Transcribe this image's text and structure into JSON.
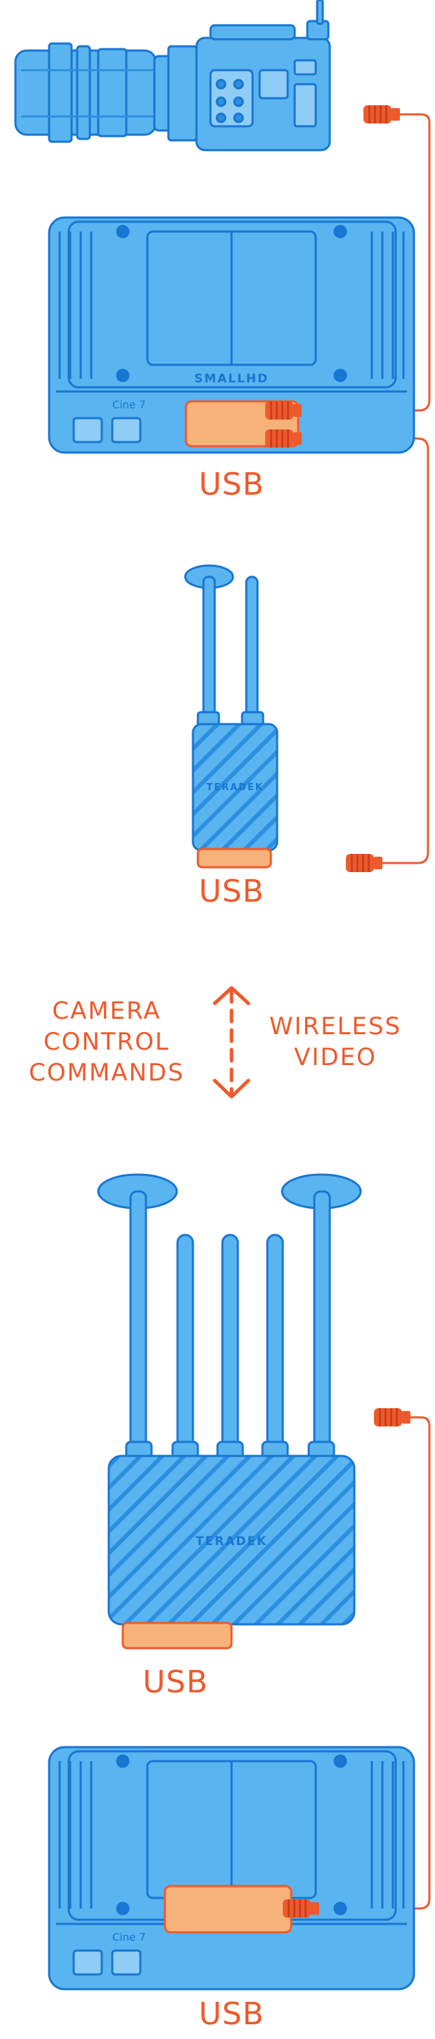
{
  "labels": {
    "usb_monitor_top": "USB",
    "usb_transmitter": "USB",
    "usb_receiver": "USB",
    "usb_monitor_bottom": "USB",
    "camera_control_line1": "CAMERA",
    "camera_control_line2": "CONTROL",
    "camera_control_line3": "COMMANDS",
    "wireless_line1": "WIRELESS",
    "wireless_line2": "VIDEO"
  },
  "devices": {
    "monitor_brand": "SMALLHD",
    "monitor_model": "Cine 7",
    "transmitter_brand": "TERADEK",
    "receiver_brand": "TERADEK"
  },
  "colors": {
    "device_fill": "#5ab4f0",
    "device_stroke": "#1876d2",
    "accent": "#ee5a2c",
    "usb_port": "#f7b27a"
  },
  "icons": {
    "bidirectional_arrow": "double-headed-dashed-arrow",
    "cable_connector": "usb-connector"
  }
}
